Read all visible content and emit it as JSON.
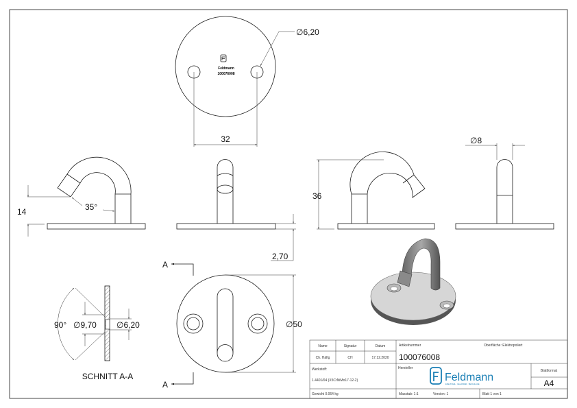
{
  "drawing": {
    "top_view": {
      "hole_dia": "∅6,20",
      "hole_spacing": "32",
      "stamp_brand": "Feldmann",
      "stamp_number": "100076008"
    },
    "side_view_left": {
      "height": "14",
      "angle": "35°"
    },
    "front_view": {
      "plate_thickness": "2,70"
    },
    "side_view_right": {
      "total_height": "36"
    },
    "end_view": {
      "rod_dia": "∅8"
    },
    "section": {
      "angle": "90°",
      "countersink_dia": "∅9,70",
      "hole_dia": "∅6,20",
      "title": "SCHNITT A-A"
    },
    "bottom_view": {
      "section_marker_top": "A",
      "section_marker_bottom": "A",
      "plate_dia": "∅50"
    }
  },
  "title_block": {
    "name_label": "Name",
    "signatur_label": "Signatur",
    "datum_label": "Datum",
    "name": "Ch. Häfig",
    "signatur": "CH",
    "datum": "17.12.2020",
    "artikelnummer_label": "Artikelnummer",
    "artikelnummer": "100076008",
    "oberflaeche": "Oberfläche:  Elektropoliert",
    "werkstoff_label": "Werkstoff:",
    "werkstoff": "1.4401/04 (X5CrNiMo17-12-2)",
    "hersteller_label": "Hersteller",
    "brand": "Feldmann",
    "brand_tagline": "EDELSTAHL · GELÄNDER · BESCHLÄGE",
    "blattformat_label": "Blattformat",
    "blattformat": "A4",
    "gewicht": "Gewicht 0.064 kg",
    "masstab": "Masstab: 1:1",
    "version": "Version: 1",
    "blatt": "Blatt 1 von 1",
    "brand_color": "#1a7fb5"
  }
}
